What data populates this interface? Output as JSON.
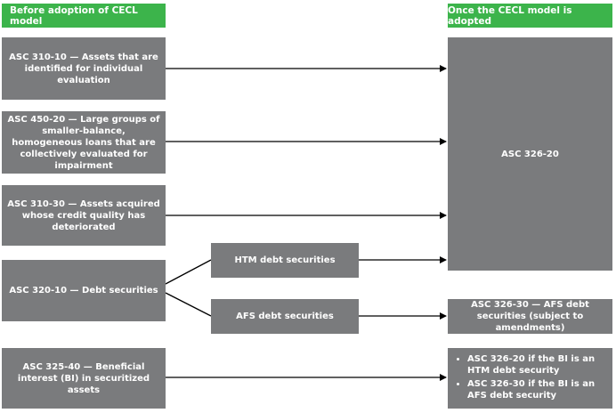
{
  "headers": {
    "before": "Before adoption of CECL model",
    "after": "Once the CECL model is adopted"
  },
  "left": {
    "asc_310_10": "ASC 310-10 — Assets that are identified for individual evaluation",
    "asc_450_20": "ASC 450-20 — Large groups of smaller-balance, homogeneous loans that are collectively evaluated for impairment",
    "asc_310_30": "ASC 310-30 — Assets acquired whose credit quality has deteriorated",
    "asc_320_10": "ASC 320-10 — Debt securities",
    "asc_325_40": "ASC 325-40 — Beneficial interest (BI) in securitized assets"
  },
  "middle": {
    "htm": "HTM debt securities",
    "afs": "AFS debt securities"
  },
  "right": {
    "asc_326_20": "ASC 326-20",
    "asc_326_30": "ASC 326-30 — AFS debt securities (subject to amendments)",
    "bi_items": [
      "ASC 326-20 if the BI is an HTM debt security",
      "ASC 326-30 if the BI is an AFS debt security"
    ]
  },
  "colors": {
    "header_green": "#3cb44b",
    "box_gray": "#7a7b7d",
    "line": "#000000"
  }
}
